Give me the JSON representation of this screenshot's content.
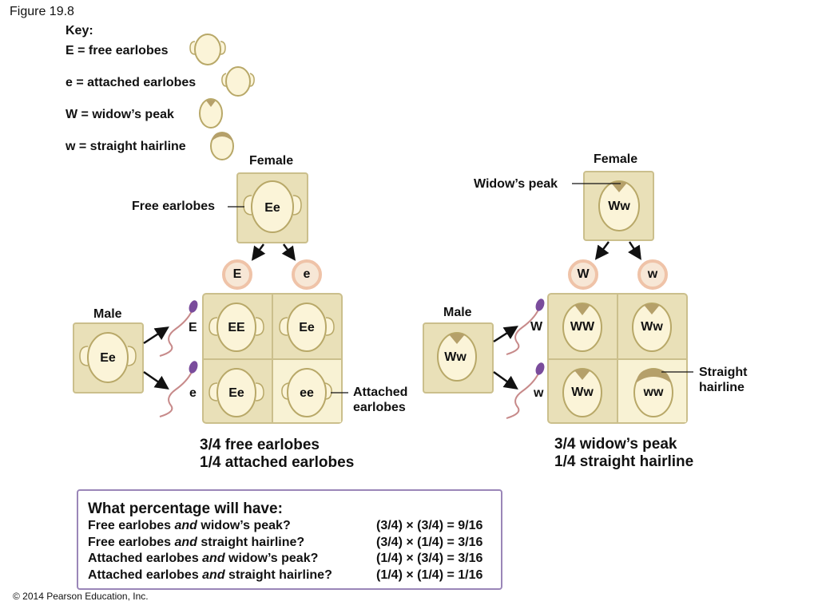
{
  "figure_title": "Figure 19.8",
  "key": {
    "heading": "Key:",
    "items": [
      {
        "text": "E = free earlobes",
        "icon": "free-earlobe-head-icon"
      },
      {
        "text": "e = attached earlobes",
        "icon": "attached-earlobe-head-icon"
      },
      {
        "text": "W = widow’s peak",
        "icon": "widows-peak-head-icon"
      },
      {
        "text": "w = straight hairline",
        "icon": "straight-hairline-head-icon"
      }
    ]
  },
  "earlobe_cross": {
    "female_label": "Female",
    "female_genotype": "Ee",
    "female_callout": "Free earlobes",
    "eggs": [
      "E",
      "e"
    ],
    "male_label": "Male",
    "male_genotype": "Ee",
    "sperm": [
      "E",
      "e"
    ],
    "offspring": [
      "EE",
      "Ee",
      "Ee",
      "ee"
    ],
    "offspring_callout_line1": "Attached",
    "offspring_callout_line2": "earlobes",
    "summary_line1": "3/4 free earlobes",
    "summary_line2": "1/4 attached earlobes"
  },
  "hairline_cross": {
    "female_label": "Female",
    "female_genotype": "Ww",
    "female_callout": "Widow’s peak",
    "eggs": [
      "W",
      "w"
    ],
    "male_label": "Male",
    "male_genotype": "Ww",
    "sperm": [
      "W",
      "w"
    ],
    "offspring": [
      "WW",
      "Ww",
      "Ww",
      "ww"
    ],
    "offspring_callout_line1": "Straight",
    "offspring_callout_line2": "hairline",
    "summary_line1": "3/4 widow’s peak",
    "summary_line2": "1/4 straight hairline"
  },
  "question": {
    "heading": "What percentage will have:",
    "rows": [
      {
        "pre": "Free earlobes ",
        "em": "and",
        "post": " widow’s peak?",
        "calc": "(3/4) × (3/4) = 9/16"
      },
      {
        "pre": "Free earlobes ",
        "em": "and",
        "post": " straight hairline?",
        "calc": "(3/4) × (1/4) = 3/16"
      },
      {
        "pre": "Attached earlobes ",
        "em": "and",
        "post": " widow’s peak?",
        "calc": "(1/4) × (3/4) = 3/16"
      },
      {
        "pre": "Attached earlobes ",
        "em": "and",
        "post": " straight hairline?",
        "calc": "(1/4) × (1/4) = 1/16"
      }
    ]
  },
  "copyright": "© 2014 Pearson Education, Inc.",
  "colors": {
    "box_fill": "#e9e0b8",
    "box_border": "#cbbf8c",
    "head_fill": "#fbf4d8",
    "head_stroke": "#b8a868",
    "hair_fill": "#b5a06a",
    "light_cell": "#f8f2d4",
    "gamete_ring": "#efc3a8",
    "sperm_head": "#7a4c9c",
    "sperm_tail": "#c78a8a",
    "question_border": "#9a86b8"
  }
}
